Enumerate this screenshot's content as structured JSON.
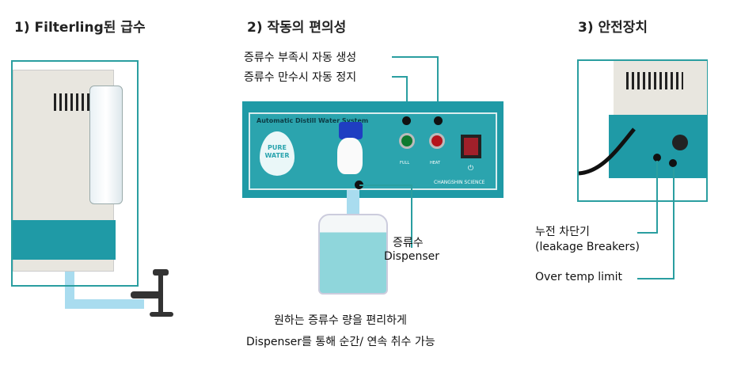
{
  "section1": {
    "title": "1) Filterling된 급수"
  },
  "section2": {
    "title": "2) 작동의 편의성",
    "label_auto_generate": "증류수 부족시 자동 생성",
    "label_auto_stop": "증류수 만수시 자동 정지",
    "panel_title": "Automatic Distill Water System",
    "logo_text_1": "PURE",
    "logo_text_2": "WATER",
    "indicator_full": "FULL",
    "indicator_heat": "HEAT",
    "brand": "CHANGSHIN SCIENCE",
    "dispenser_label_1": "증류수",
    "dispenser_label_2": "Dispenser",
    "caption_1": "원하는 증류수 량을 편리하게",
    "caption_2": "Dispenser를 통해 순간/ 연속 취수 가능"
  },
  "section3": {
    "title": "3) 안전장치",
    "breaker_label_1": "누전 차단기",
    "breaker_label_2": "(leakage Breakers)",
    "over_temp_label": "Over temp limit"
  },
  "colors": {
    "accent": "#2a9ea0",
    "device_teal": "#1f9aa6",
    "water": "#a9dcef"
  }
}
